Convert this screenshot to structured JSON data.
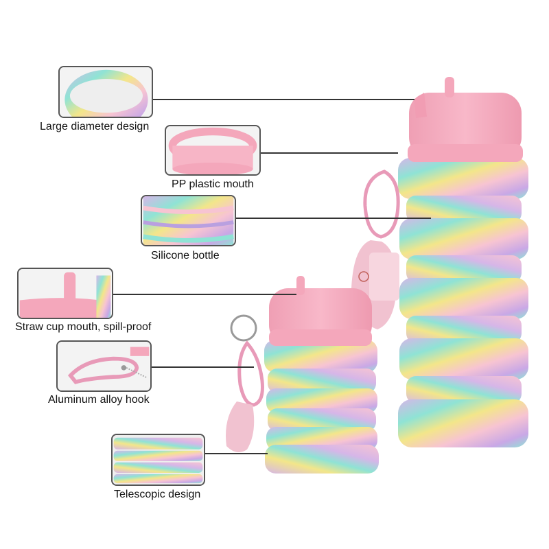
{
  "features": [
    {
      "id": "large-diameter",
      "label": "Large diameter design",
      "icon": "wide-rim-thumbnail"
    },
    {
      "id": "pp-mouth",
      "label": "PP plastic mouth",
      "icon": "pink-ring-thumbnail"
    },
    {
      "id": "silicone-bottle",
      "label": "Silicone bottle",
      "icon": "silicone-folds-thumbnail"
    },
    {
      "id": "straw-mouth",
      "label": "Straw cup mouth, spill-proof",
      "icon": "straw-lid-thumbnail"
    },
    {
      "id": "alloy-hook",
      "label": "Aluminum alloy hook",
      "icon": "carabiner-thumbnail"
    },
    {
      "id": "telescopic",
      "label": "Telescopic design",
      "icon": "stacked-rings-thumbnail"
    }
  ],
  "colors": {
    "lid_pink": "#f6a9bd",
    "mint": "#8fe3d5",
    "lavender": "#d6b6e8",
    "yellow": "#f3e68a",
    "blush": "#f7c4d2",
    "hook_pink": "#e89ab8"
  }
}
